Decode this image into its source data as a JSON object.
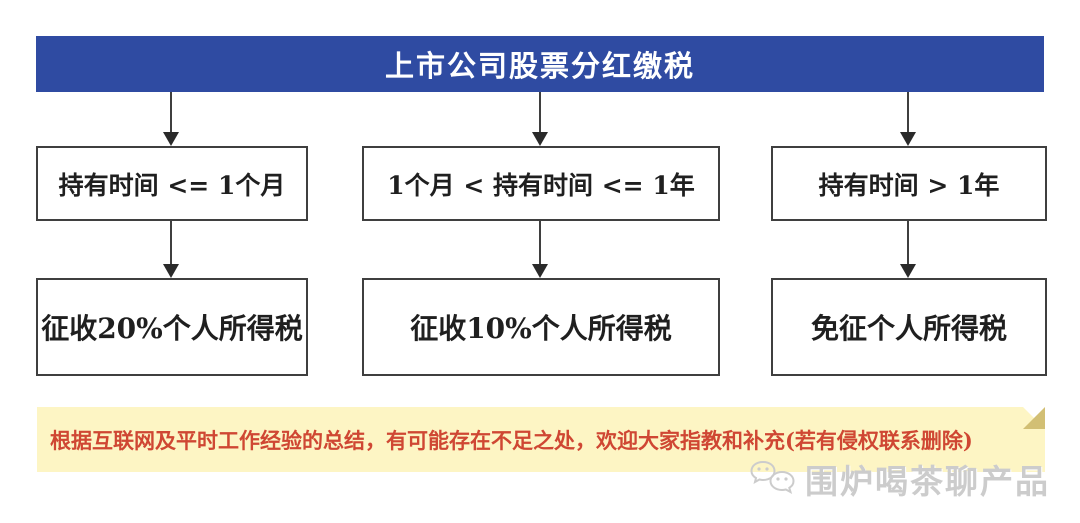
{
  "page": {
    "background": "#ffffff"
  },
  "header": {
    "title": "上市公司股票分红缴税",
    "bg_color": "#2f4ba2",
    "text_color": "#ffffff"
  },
  "flow": {
    "border_color": "#3f3f3f",
    "arrow_color": "#2a2a2a",
    "columns": [
      {
        "condition": "持有时间 <= 1个月",
        "result": "征收20%个人所得税"
      },
      {
        "condition": "1个月 < 持有时间 <= 1年",
        "result": "征收10%个人所得税"
      },
      {
        "condition": "持有时间 > 1年",
        "result": "免征个人所得税"
      }
    ]
  },
  "note": {
    "text": "根据互联网及平时工作经验的总结，有可能存在不足之处，欢迎大家指教和补充(若有侵权联系删除)",
    "bg_color": "#fdf5c4",
    "fold_color": "#d2bf74",
    "text_color": "#cf4733"
  },
  "watermark": {
    "label": "围炉喝茶聊产品",
    "icon": "wechat-speech-bubbles-icon",
    "color": "#cccccc"
  }
}
